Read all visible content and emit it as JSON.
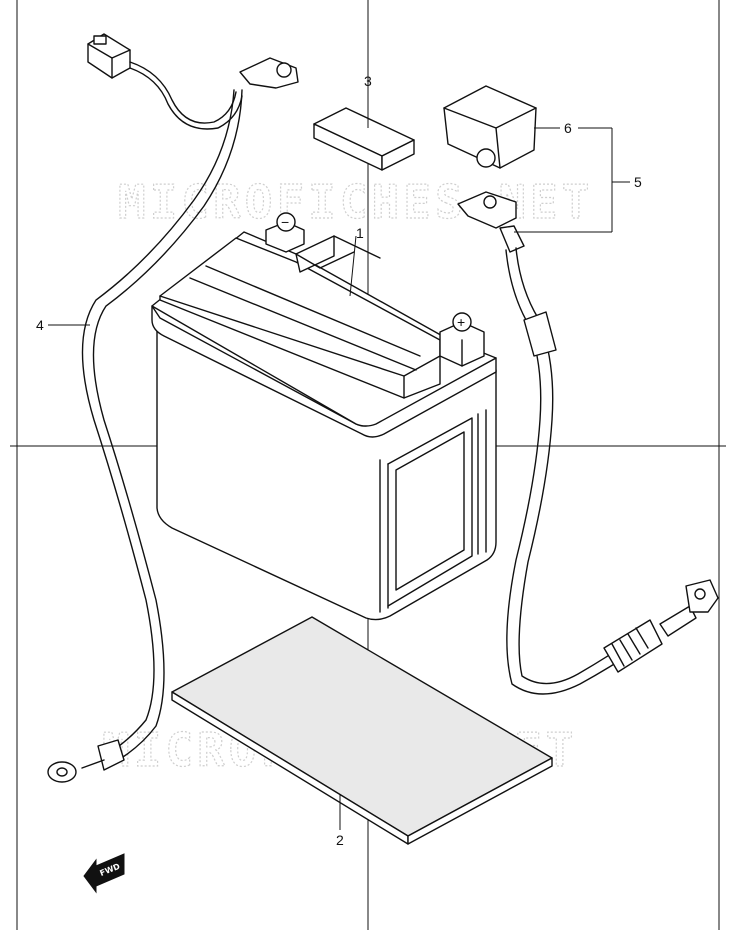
{
  "watermark": "MICROFICHES.NET",
  "callouts": [
    {
      "id": "1",
      "label": "1"
    },
    {
      "id": "2",
      "label": "2"
    },
    {
      "id": "3",
      "label": "3"
    },
    {
      "id": "4",
      "label": "4"
    },
    {
      "id": "5",
      "label": "5"
    },
    {
      "id": "6",
      "label": "6"
    }
  ],
  "forward_arrow": {
    "label": "FWD"
  },
  "terminal_marks": {
    "negative": "−",
    "positive": "+"
  }
}
